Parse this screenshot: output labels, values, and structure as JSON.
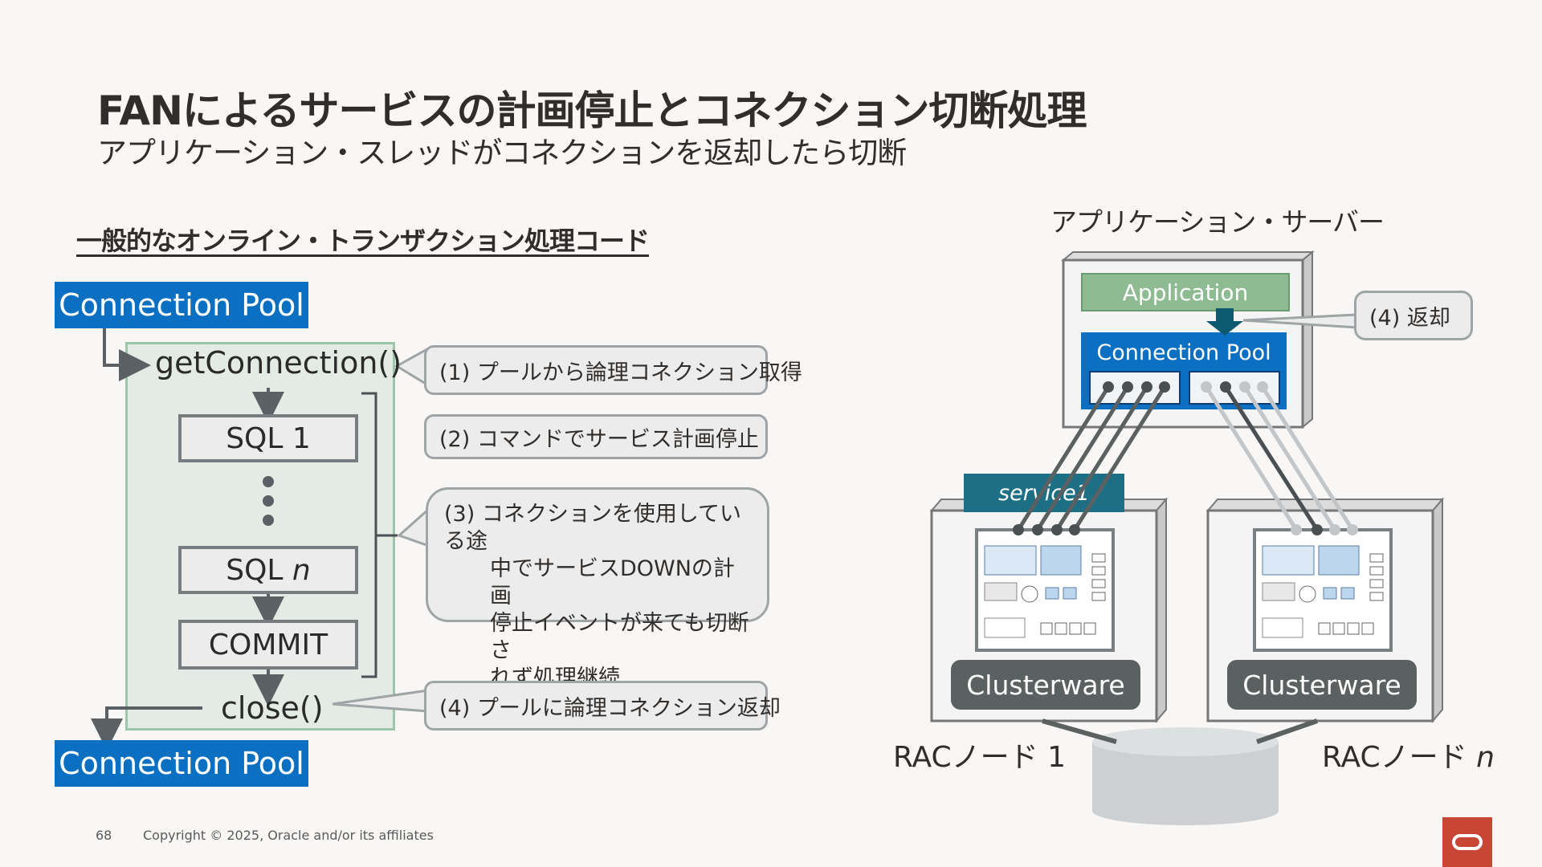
{
  "header": {
    "title": "FANによるサービスの計画停止とコネクション切断処理",
    "subtitle": "アプリケーション・スレッドがコネクションを返却したら切断"
  },
  "left": {
    "section_title": "一般的なオンライン・トランザクション処理コード",
    "pool_top": "Connection Pool",
    "get_connection": "getConnection()",
    "sql1": "SQL 1",
    "sqln_prefix": "SQL ",
    "sqln_var": "n",
    "commit": "COMMIT",
    "close": "close()",
    "pool_bottom": "Connection Pool"
  },
  "callouts": {
    "c1": "(1) プールから論理コネクション取得",
    "c2": "(2) コマンドでサービス計画停止",
    "c3_line1": "(3) コネクションを使用している途",
    "c3_line2": "中でサービスDOWNの計画",
    "c3_line3": "停止イベントが来ても切断さ",
    "c3_line4": "れず処理継続",
    "c4": "(4) プールに論理コネクション返却"
  },
  "right": {
    "server_label": "アプリケーション・サーバー",
    "application": "Application",
    "connection_pool": "Connection Pool",
    "return_callout": "(4) 返却",
    "service": "service1",
    "clusterware1": "Clusterware",
    "clusterware2": "Clusterware",
    "node1": "RACノード 1",
    "noden_prefix": "RACノード ",
    "noden_var": "n"
  },
  "footer": {
    "page": "68",
    "copyright": "Copyright © 2025, Oracle and/or its affiliates"
  },
  "colors": {
    "pool_blue": "#0b6fc2",
    "app_green": "#8fbb93",
    "service_teal": "#1d6f86",
    "clusterware_gray": "#5b6061",
    "oracle_red": "#c74634"
  }
}
